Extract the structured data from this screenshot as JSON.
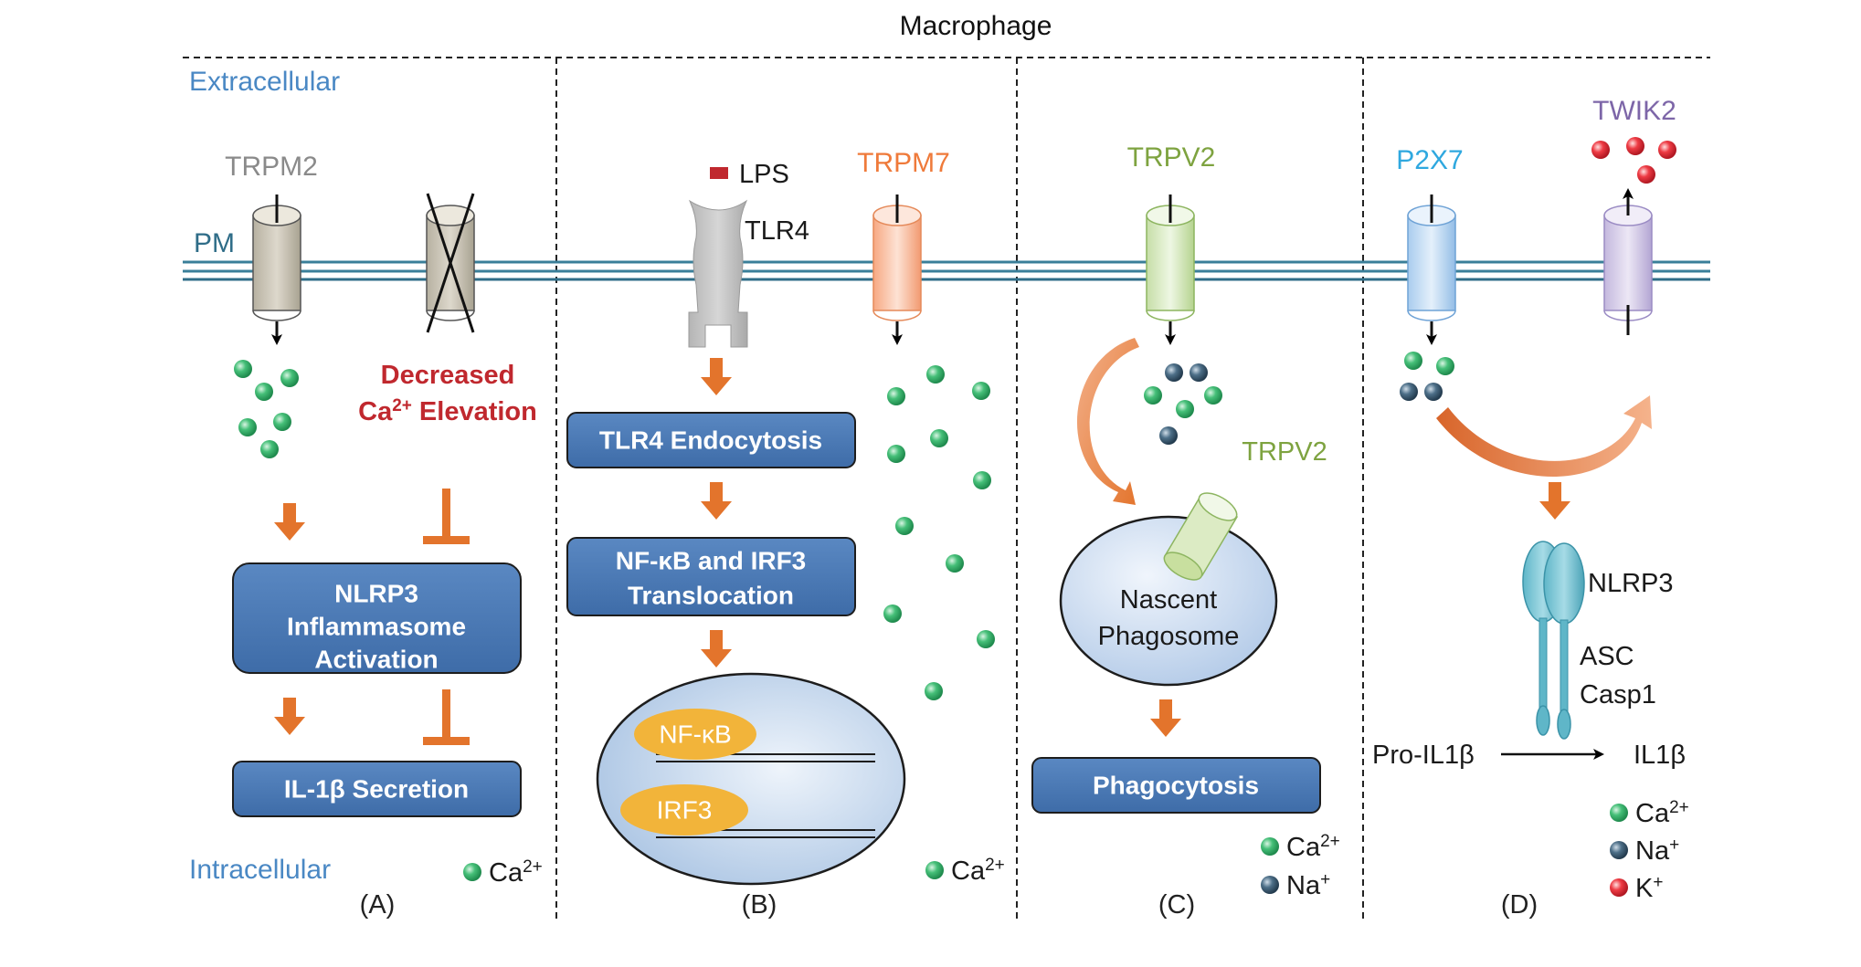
{
  "title": "Macrophage",
  "regions": {
    "extracellular": "Extracellular",
    "intracellular": "Intracellular",
    "membrane": "PM"
  },
  "panels": {
    "a": {
      "label": "(A)",
      "channel": "TRPM2",
      "decreased_line1": "Decreased",
      "decreased_line2": "Ca2+ Elevation",
      "box1": [
        "NLRP3",
        "Inflammasome",
        "Activation"
      ],
      "box2": "IL-1β Secretion",
      "legend_ca": "Ca2+"
    },
    "b": {
      "label": "(B)",
      "ligand": "LPS",
      "receptor": "TLR4",
      "channel": "TRPM7",
      "box1": "TLR4 Endocytosis",
      "box2": [
        "NF-κB and IRF3",
        "Translocation"
      ],
      "nucleus_tf1": "NF-κB",
      "nucleus_tf2": "IRF3",
      "legend_ca": "Ca2+"
    },
    "c": {
      "label": "(C)",
      "channel": "TRPV2",
      "phagosome_channel": "TRPV2",
      "phagosome": [
        "Nascent",
        "Phagosome"
      ],
      "box": "Phagocytosis",
      "legend_ca": "Ca2+",
      "legend_na": "Na+"
    },
    "d": {
      "label": "(D)",
      "channel1": "P2X7",
      "channel2": "TWIK2",
      "nlrp3": "NLRP3",
      "asc": "ASC",
      "casp1": "Casp1",
      "pro": "Pro-IL1β",
      "product": "IL1β",
      "legend_ca": "Ca2+",
      "legend_na": "Na+",
      "legend_k": "K+"
    }
  },
  "colors": {
    "box": "#4a78b4",
    "arrow": "#e3742c",
    "ca_ion": "#35b06a",
    "na_ion": "#3e5d75",
    "k_ion": "#e0303a",
    "trpm2": "#8a8a8a",
    "trpm7": "#ef7a3a",
    "trpv2": "#7ea340",
    "p2x7": "#2fa8df",
    "twik2": "#7d66a8",
    "decreased": "#c0282e",
    "region": "#4a88c4",
    "membrane": "#2f6d88"
  }
}
